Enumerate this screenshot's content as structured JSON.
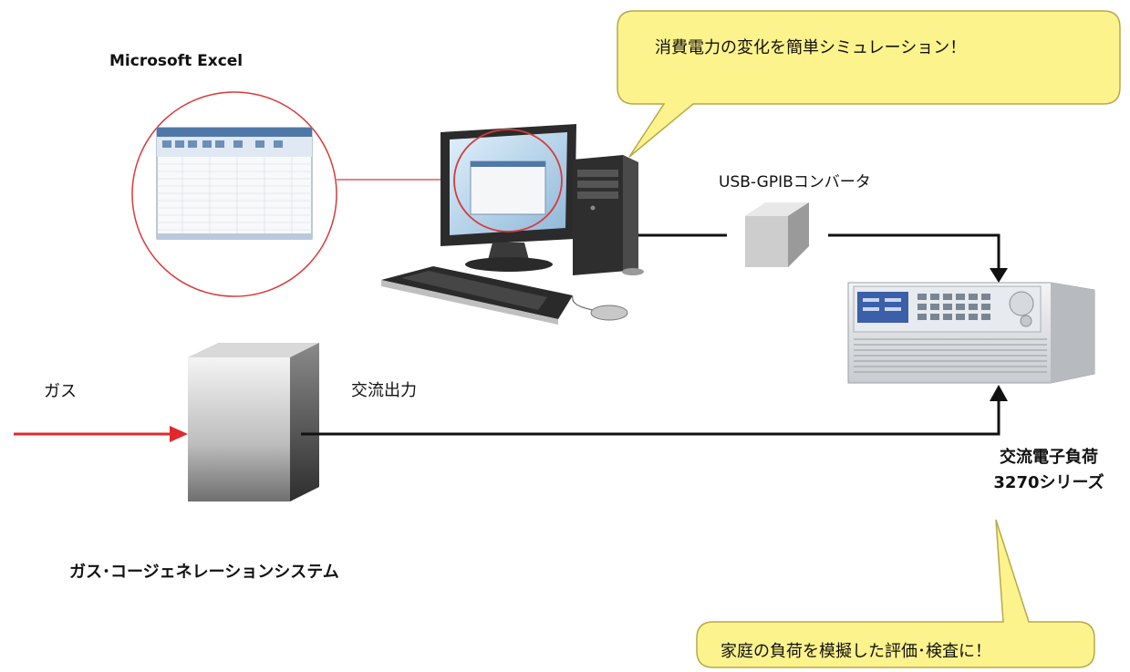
{
  "labels": {
    "excel": "Microsoft Excel",
    "converter": "USB-GPIBコンバータ",
    "gas": "ガス",
    "ac_output": "交流出力",
    "cogen": "ガス･コージェネレーションシステム",
    "load_line1": "交流電子負荷",
    "load_line2": "3270シリーズ"
  },
  "callouts": {
    "top": "消費電力の変化を簡単シミュレーション！",
    "bottom": "家庭の負荷を模擬した評価･検査に！"
  },
  "colors": {
    "callout_fill": "#fdf38c",
    "callout_stroke": "#b8a84a",
    "gas_arrow": "#e0282e",
    "line": "#111111",
    "magnifier": "#d83a3a"
  }
}
